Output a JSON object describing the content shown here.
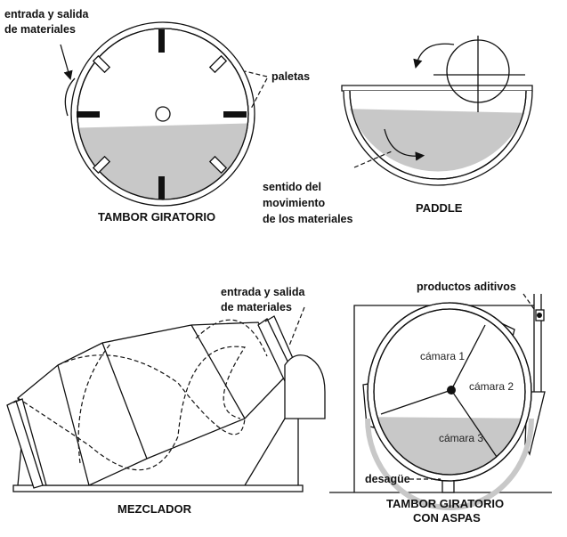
{
  "diagrams": {
    "tambor": {
      "title": "TAMBOR GIRATORIO",
      "label_inlet_1": "entrada y salida",
      "label_inlet_2": "de materiales",
      "label_paddles": "paletas"
    },
    "paddle": {
      "title": "PADDLE",
      "label_flow_1": "sentido del",
      "label_flow_2": "movimiento",
      "label_flow_3": "de los materiales"
    },
    "mezclador": {
      "title": "MEZCLADOR",
      "label_inlet_1": "entrada y salida",
      "label_inlet_2": "de materiales"
    },
    "tambor_aspas": {
      "title_1": "TAMBOR GIRATORIO",
      "title_2": "CON ASPAS",
      "label_additives": "productos aditivos",
      "label_drain": "desagüe",
      "chamber_1": "cámara 1",
      "chamber_2": "cámara 2",
      "chamber_3": "cámara 3"
    }
  },
  "colors": {
    "fill": "#c8c8c8",
    "line": "#111111"
  }
}
